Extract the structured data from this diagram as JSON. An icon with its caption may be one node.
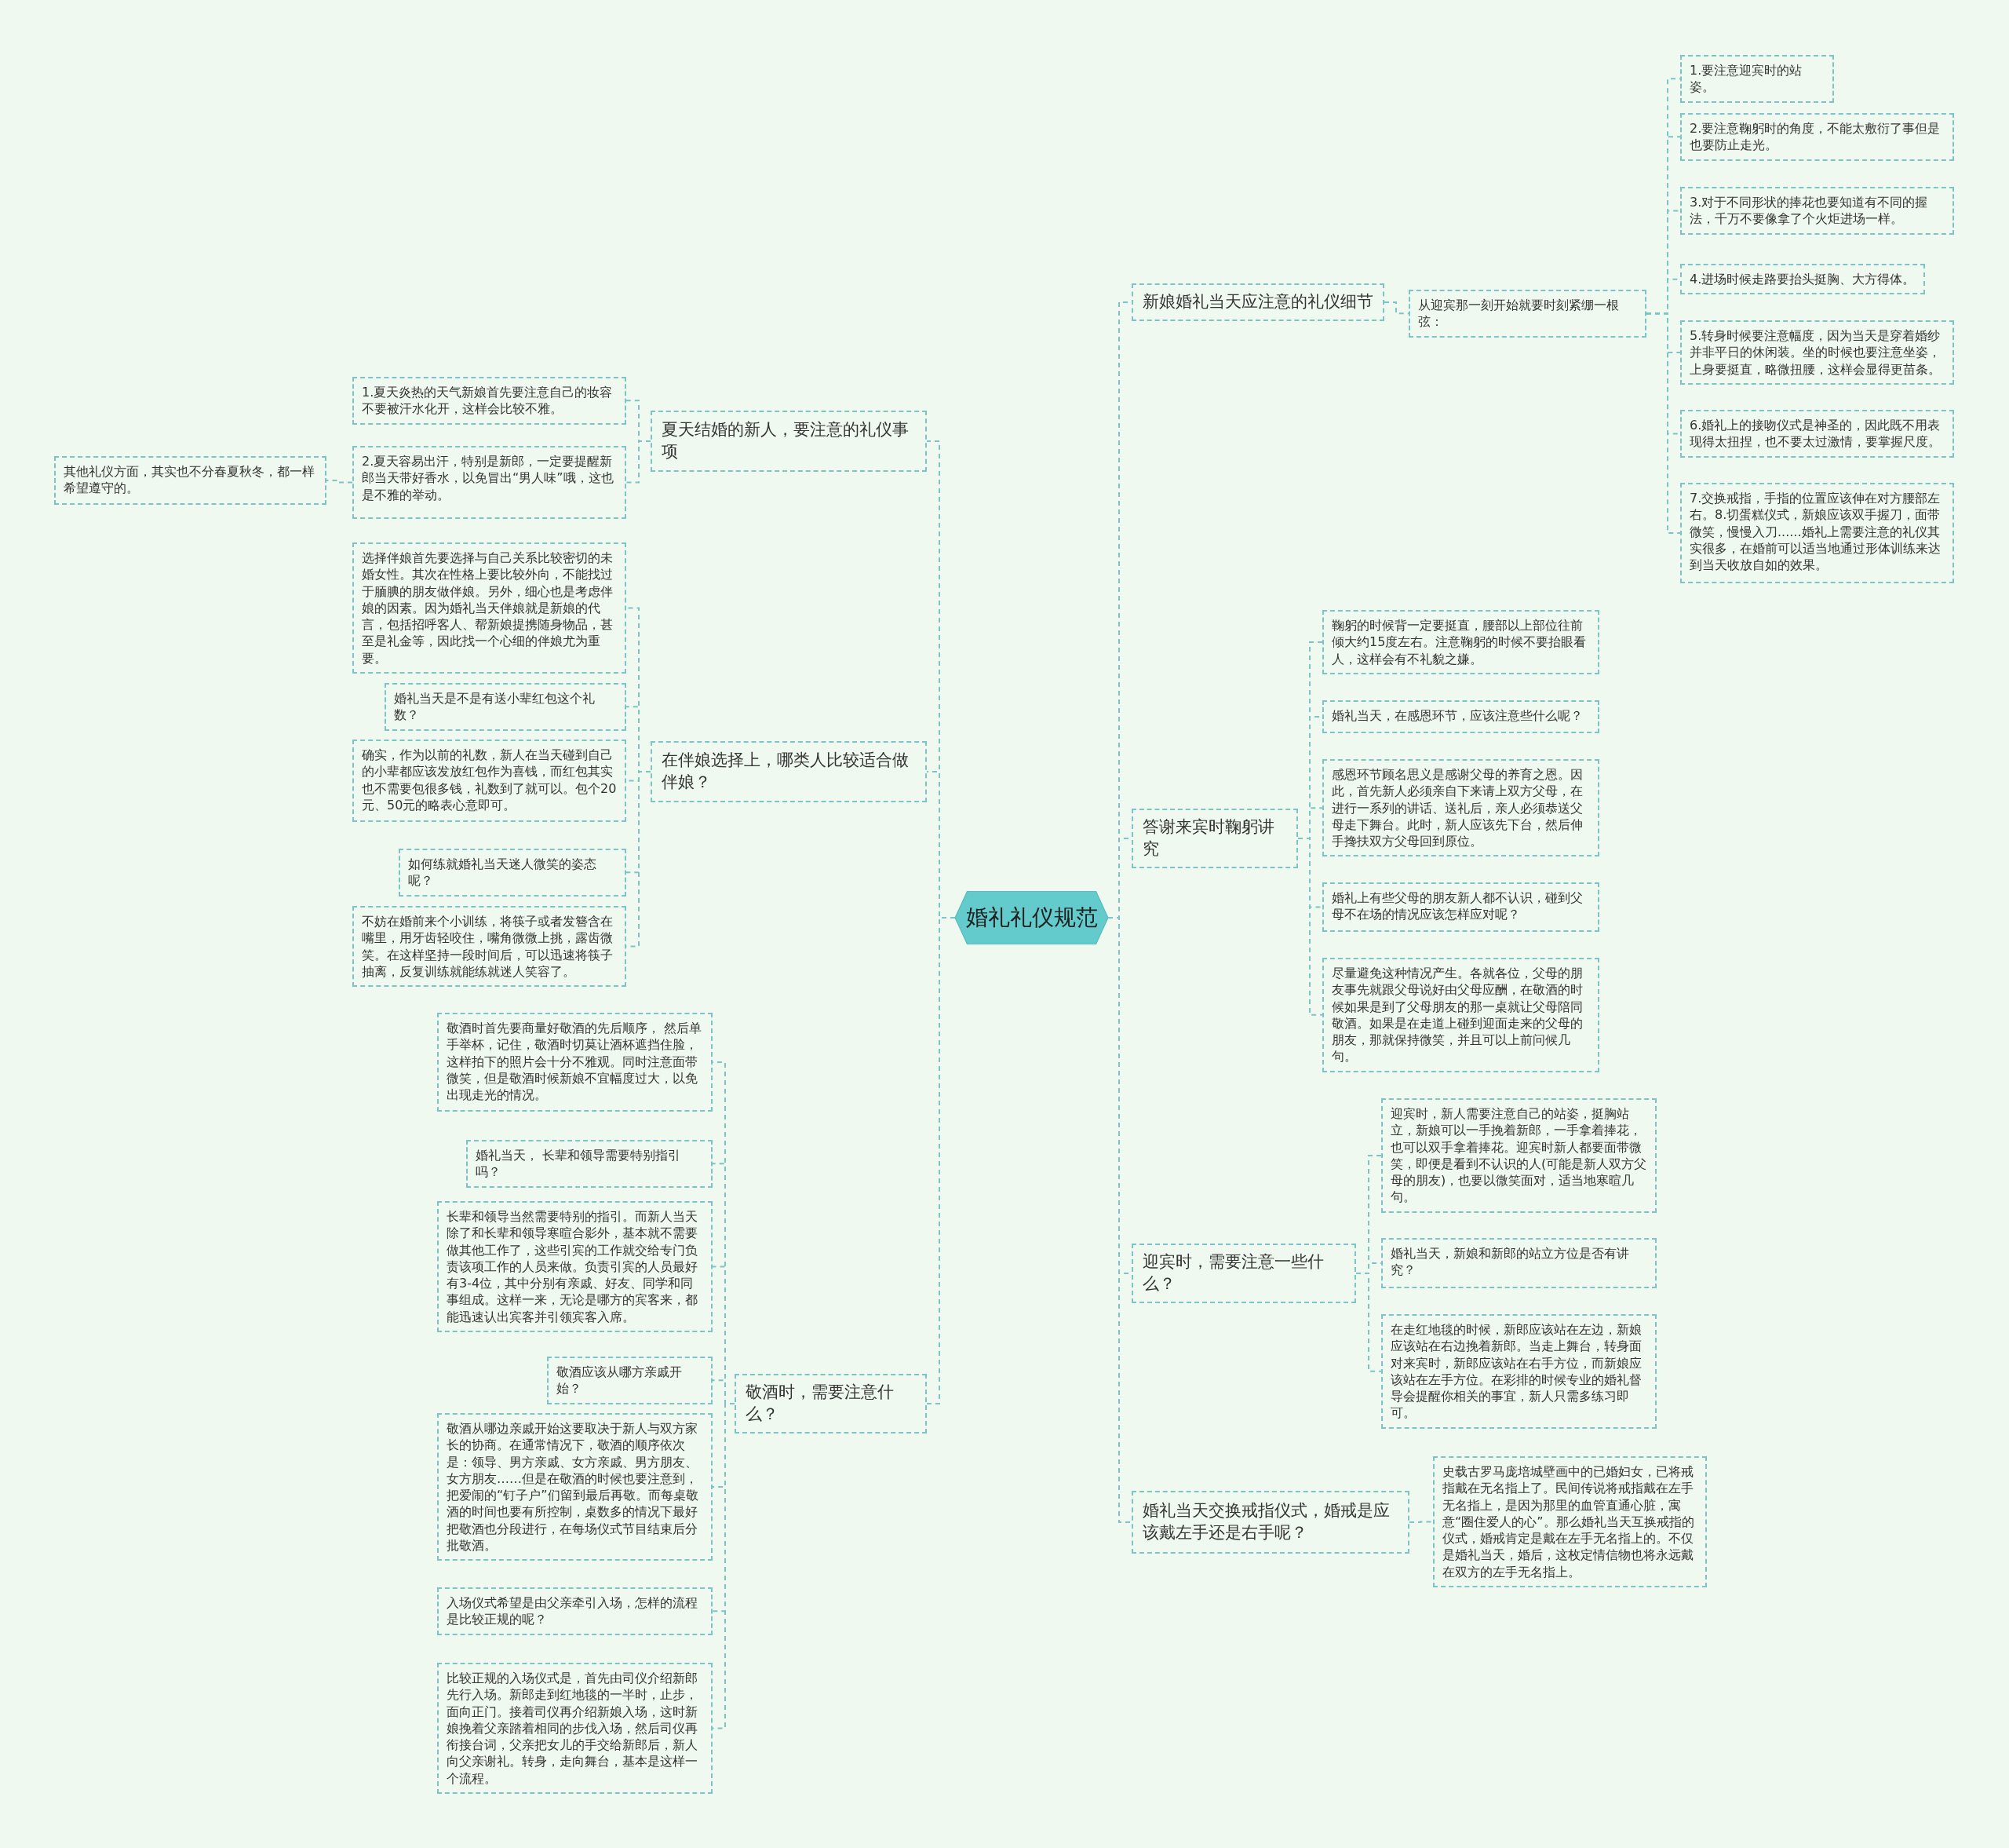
{
  "diagram": {
    "nodes": [
      {
        "text": [
          "婚礼礼仪规范"
        ]
      },
      {
        "text": [
          "新娘婚礼当天应注意的礼仪细节"
        ]
      },
      {
        "text": [
          "从迎宾那一刻开始就要时刻紧绷一根弦："
        ]
      },
      {
        "text": [
          "1.要注意迎宾时的站姿。"
        ]
      },
      {
        "text": [
          "2.要注意鞠躬时的角度，不能太敷衍了事但是也要防止走光。"
        ]
      },
      {
        "text": [
          "3.对于不同形状的捧花也要知道有不同的握法，千万不要像拿了个火炬进场一样。"
        ]
      },
      {
        "text": [
          "4.进场时候走路要抬头挺胸、大方得体。"
        ]
      },
      {
        "text": [
          "5.转身时候要注意幅度，因为当天是穿着婚纱并非平日的休闲装。坐的时候也要注意坐姿，上身要挺直，略微扭腰，这样会显得更苗条。"
        ]
      },
      {
        "text": [
          "6.婚礼上的接吻仪式是神圣的，因此既不用表现得太扭捏，也不要太过激情，要掌握尺度。"
        ]
      },
      {
        "text": [
          "7.交换戒指，手指的位置应该伸在对方腰部左右。8.切蛋糕仪式，新娘应该双手握刀，面带微笑，慢慢入刀......婚礼上需要注意的礼仪其实很多，在婚前可以适当地通过形体训练来达到当天收放自如的效果。"
        ]
      },
      {
        "text": [
          "答谢来宾时鞠躬讲究"
        ]
      },
      {
        "text": [
          "鞠躬的时候背一定要挺直，腰部以上部位往前倾大约15度左右。注意鞠躬的时候不要抬眼看人，这样会有不礼貌之嫌。"
        ]
      },
      {
        "text": [
          "婚礼当天，在感恩环节，应该注意些什么呢？"
        ]
      },
      {
        "text": [
          "感恩环节顾名思义是感谢父母的养育之恩。因此，首先新人必须亲自下来请上双方父母，在进行一系列的讲话、送礼后，亲人必须恭送父母走下舞台。此时，新人应该先下台，然后伸手搀扶双方父母回到原位。"
        ]
      },
      {
        "text": [
          "婚礼上有些父母的朋友新人都不认识，碰到父母不在场的情况应该怎样应对呢？"
        ]
      },
      {
        "text": [
          "尽量避免这种情况产生。各就各位，父母的朋友事先就跟父母说好由父母应酬，在敬酒的时候如果是到了父母朋友的那一桌就让父母陪同敬酒。如果是在走道上碰到迎面走来的父母的朋友，那就保持微笑，并且可以上前问候几句。"
        ]
      },
      {
        "text": [
          "迎宾时，需要注意一些什么？"
        ]
      },
      {
        "text": [
          "迎宾时，新人需要注意自己的站姿，挺胸站立，新娘可以一手挽着新郎，一手拿着捧花，也可以双手拿着捧花。迎宾时新人都要面带微笑，即便是看到不认识的人(可能是新人双方父母的朋友)，也要以微笑面对，适当地寒暄几句。"
        ]
      },
      {
        "text": [
          "婚礼当天，新娘和新郎的站立方位是否有讲究？"
        ]
      },
      {
        "text": [
          "在走红地毯的时候，新郎应该站在左边，新娘应该站在右边挽着新郎。当走上舞台，转身面对来宾时，新郎应该站在右手方位，而新娘应该站在左手方位。在彩排的时候专业的婚礼督导会提醒你相关的事宜，新人只需多练习即可。"
        ]
      },
      {
        "text": [
          "婚礼当天交换戒指仪式，婚戒是应该戴左手还是右手呢？"
        ]
      },
      {
        "text": [
          "史载古罗马庞培城壁画中的已婚妇女，已将戒指戴在无名指上了。民间传说将戒指戴在左手无名指上，是因为那里的血管直通心脏，寓意“圈住爱人的心”。那么婚礼当天互换戒指的仪式，婚戒肯定是戴在左手无名指上的。不仅是婚礼当天，婚后，这枚定情信物也将永远戴在双方的左手无名指上。"
        ]
      },
      {
        "text": [
          "夏天结婚的新人，要注意的礼仪事项"
        ]
      },
      {
        "text": [
          "1.夏天炎热的天气新娘首先要注意自己的妆容不要被汗水化开，这样会比较不雅。"
        ]
      },
      {
        "text": [
          "2.夏天容易出汗，特别是新郎，一定要提醒新郎当天带好香水，以免冒出“男人味”哦，这也是不雅的举动。"
        ]
      },
      {
        "text": [
          "其他礼仪方面，其实也不分春夏秋冬，都一样希望遵守的。"
        ]
      },
      {
        "text": [
          "在伴娘选择上，哪类人比较适合做伴娘？"
        ]
      },
      {
        "text": [
          "选择伴娘首先要选择与自己关系比较密切的未婚女性。其次在性格上要比较外向，不能找过于腼腆的朋友做伴娘。另外，细心也是考虑伴娘的因素。因为婚礼当天伴娘就是新娘的代言，包括招呼客人、帮新娘提携随身物品，甚至是礼金等，因此找一个心细的伴娘尤为重要。"
        ]
      },
      {
        "text": [
          "婚礼当天是不是有送小辈红包这个礼数？"
        ]
      },
      {
        "text": [
          "确实，作为以前的礼数，新人在当天碰到自己的小辈都应该发放红包作为喜钱，而红包其实也不需要包很多钱，礼数到了就可以。包个20元、50元的略表心意即可。"
        ]
      },
      {
        "text": [
          "如何练就婚礼当天迷人微笑的姿态呢？"
        ]
      },
      {
        "text": [
          "不妨在婚前来个小训练，将筷子或者发簪含在嘴里，用牙齿轻咬住，嘴角微微上挑，露齿微笑。在这样坚持一段时间后，可以迅速将筷子抽离，反复训练就能练就迷人笑容了。"
        ]
      },
      {
        "text": [
          "敬酒时，需要注意什么？"
        ]
      },
      {
        "text": [
          "敬酒时首先要商量好敬酒的先后顺序， 然后单手举杯，记住，敬酒时切莫让酒杯遮挡住脸，这样拍下的照片会十分不雅观。同时注意面带微笑，但是敬酒时候新娘不宜幅度过大，以免出现走光的情况。"
        ]
      },
      {
        "text": [
          "婚礼当天， 长辈和领导需要特别指引吗？"
        ]
      },
      {
        "text": [
          "长辈和领导当然需要特别的指引。而新人当天除了和长辈和领导寒暄合影外，基本就不需要做其他工作了，这些引宾的工作就交给专门负责该项工作的人员来做。负责引宾的人员最好有3-4位，其中分别有亲戚、好友、同学和同事组成。这样一来，无论是哪方的宾客来，都能迅速认出宾客并引领宾客入席。"
        ]
      },
      {
        "text": [
          "敬酒应该从哪方亲戚开始？"
        ]
      },
      {
        "text": [
          "敬酒从哪边亲戚开始这要取决于新人与双方家长的协商。在通常情况下，敬酒的顺序依次是：领导、男方亲戚、女方亲戚、男方朋友、女方朋友……但是在敬酒的时候也要注意到，把爱闹的“钉子户”们留到最后再敬。而每桌敬酒的时间也要有所控制，桌数多的情况下最好把敬酒也分段进行，在每场仪式节目结束后分批敬酒。"
        ]
      },
      {
        "text": [
          "入场仪式希望是由父亲牵引入场，怎样的流程是比较正规的呢？"
        ]
      },
      {
        "text": [
          "比较正规的入场仪式是，首先由司仪介绍新郎先行入场。新郎走到红地毯的一半时，止步，面向正门。接着司仪再介绍新娘入场，这时新娘挽着父亲踏着相同的步伐入场，然后司仪再衔接台词，父亲把女儿的手交给新郎后，新人向父亲谢礼。转身，走向舞台，基本是这样一个流程。"
        ]
      }
    ],
    "edges": [
      {
        "from": 0,
        "to": 1,
        "arrow": "none"
      },
      {
        "from": 1,
        "to": 2,
        "arrow": "none"
      },
      {
        "from": 2,
        "to": 3,
        "arrow": "none"
      },
      {
        "from": 2,
        "to": 4,
        "arrow": "none"
      },
      {
        "from": 2,
        "to": 5,
        "arrow": "none"
      },
      {
        "from": 2,
        "to": 6,
        "arrow": "none"
      },
      {
        "from": 2,
        "to": 7,
        "arrow": "none"
      },
      {
        "from": 2,
        "to": 8,
        "arrow": "none"
      },
      {
        "from": 2,
        "to": 9,
        "arrow": "none"
      },
      {
        "from": 0,
        "to": 10,
        "arrow": "none"
      },
      {
        "from": 10,
        "to": 11,
        "arrow": "none"
      },
      {
        "from": 10,
        "to": 12,
        "arrow": "none"
      },
      {
        "from": 10,
        "to": 13,
        "arrow": "none"
      },
      {
        "from": 10,
        "to": 14,
        "arrow": "none"
      },
      {
        "from": 10,
        "to": 15,
        "arrow": "none"
      },
      {
        "from": 0,
        "to": 16,
        "arrow": "none"
      },
      {
        "from": 16,
        "to": 17,
        "arrow": "none"
      },
      {
        "from": 16,
        "to": 18,
        "arrow": "none"
      },
      {
        "from": 16,
        "to": 19,
        "arrow": "none"
      },
      {
        "from": 0,
        "to": 20,
        "arrow": "none"
      },
      {
        "from": 20,
        "to": 21,
        "arrow": "none"
      },
      {
        "from": 0,
        "to": 22,
        "arrow": "none"
      },
      {
        "from": 22,
        "to": 23,
        "arrow": "none"
      },
      {
        "from": 22,
        "to": 24,
        "arrow": "none"
      },
      {
        "from": 24,
        "to": 25,
        "arrow": "none"
      },
      {
        "from": 0,
        "to": 26,
        "arrow": "none"
      },
      {
        "from": 26,
        "to": 27,
        "arrow": "none"
      },
      {
        "from": 26,
        "to": 28,
        "arrow": "none"
      },
      {
        "from": 26,
        "to": 29,
        "arrow": "none"
      },
      {
        "from": 26,
        "to": 30,
        "arrow": "none"
      },
      {
        "from": 26,
        "to": 31,
        "arrow": "none"
      },
      {
        "from": 0,
        "to": 32,
        "arrow": "none"
      },
      {
        "from": 32,
        "to": 33,
        "arrow": "none"
      },
      {
        "from": 32,
        "to": 34,
        "arrow": "none"
      },
      {
        "from": 32,
        "to": 35,
        "arrow": "none"
      },
      {
        "from": 32,
        "to": 36,
        "arrow": "none"
      },
      {
        "from": 32,
        "to": 37,
        "arrow": "none"
      },
      {
        "from": 32,
        "to": 38,
        "arrow": "none"
      },
      {
        "from": 32,
        "to": 39,
        "arrow": "none"
      }
    ]
  }
}
